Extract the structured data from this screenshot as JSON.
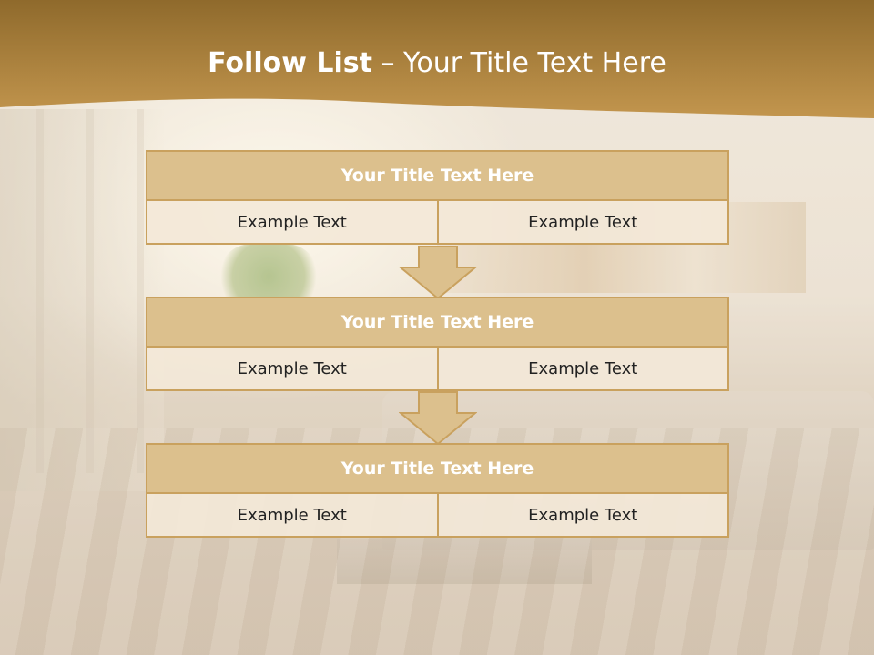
{
  "slide": {
    "title_bold": "Follow List",
    "title_rest": " – Your Title Text Here"
  },
  "steps": [
    {
      "title": "Your Title Text Here",
      "left": "Example Text",
      "right": "Example Text"
    },
    {
      "title": "Your Title Text Here",
      "left": "Example Text",
      "right": "Example Text"
    },
    {
      "title": "Your Title Text Here",
      "left": "Example Text",
      "right": "Example Text"
    }
  ],
  "colors": {
    "header_band": "#b58a3f",
    "panel_head": "#dcc08d",
    "panel_border": "#c9a15e",
    "cell_bg": "#f3e8d8",
    "arrow_fill": "#dcc08d"
  },
  "icons": {
    "arrow": "down-arrow-icon"
  }
}
